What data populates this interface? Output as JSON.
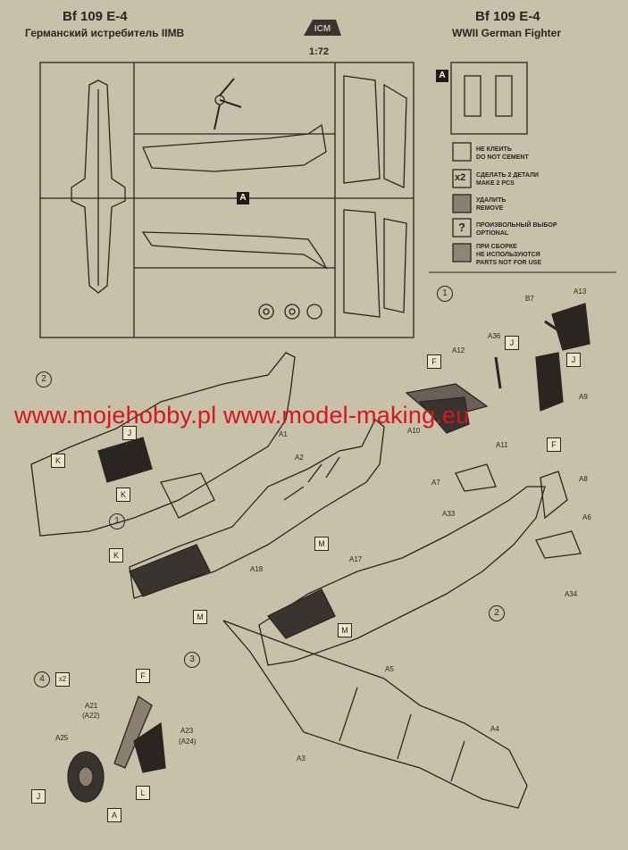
{
  "header": {
    "title_left": "Bf 109 E-4",
    "subtitle_left": "Германский истребитель IIMB",
    "logo_text": "ICM",
    "scale": "1:72",
    "title_right": "Bf 109 E-4",
    "subtitle_right": "WWII German Fighter"
  },
  "sprue": {
    "label": "A",
    "legend_label": "A"
  },
  "legend": {
    "no_cement_ru": "НЕ КЛЕИТЬ",
    "no_cement_en": "DO NOT CEMENT",
    "make_two_symbol": "x2",
    "make_two_ru": "СДЕЛАТЬ 2 ДЕТАЛИ",
    "make_two_en": "MAKE 2 PCS",
    "remove_ru": "УДАЛИТЬ",
    "remove_en": "REMOVE",
    "optional_symbol": "?",
    "optional_ru": "ПРОИЗВОЛЬНЫЙ ВЫБОР",
    "optional_en": "OPTIONAL",
    "not_for_use_ru1": "ПРИ СБОРКЕ",
    "not_for_use_ru2": "НЕ ИСПОЛЬЗУЮТСЯ",
    "not_for_use_en": "PARTS NOT FOR USE"
  },
  "watermark": "www.mojehobby.pl www.model-making.eu",
  "steps": {
    "s1": "1",
    "s2": "2",
    "s3": "3",
    "s4": "4",
    "s4_mult": "x2",
    "s2_ref": "2",
    "s1_ref": "1"
  },
  "callouts": {
    "F1": "F",
    "F2": "F",
    "F3": "F",
    "J1": "J",
    "J2": "J",
    "J3": "J",
    "J4": "J",
    "K1": "K",
    "K2": "K",
    "K3": "K",
    "M1": "M",
    "M2": "M",
    "M3": "M",
    "L": "L",
    "A": "A"
  },
  "part_labels": {
    "B7": "B7",
    "A13": "A13",
    "A36": "A36",
    "A12": "A12",
    "A9": "A9",
    "A10": "A10",
    "A11": "A11",
    "A1": "A1",
    "A2": "A2",
    "A7": "A7",
    "A8": "A8",
    "A33": "A33",
    "A6": "A6",
    "A34": "A34",
    "A18": "A18",
    "A17": "A17",
    "A5": "A5",
    "A4": "A4",
    "A3": "A3",
    "A21": "A21",
    "A22": "(A22)",
    "A23": "A23",
    "A24": "(A24)",
    "A25": "A25"
  }
}
